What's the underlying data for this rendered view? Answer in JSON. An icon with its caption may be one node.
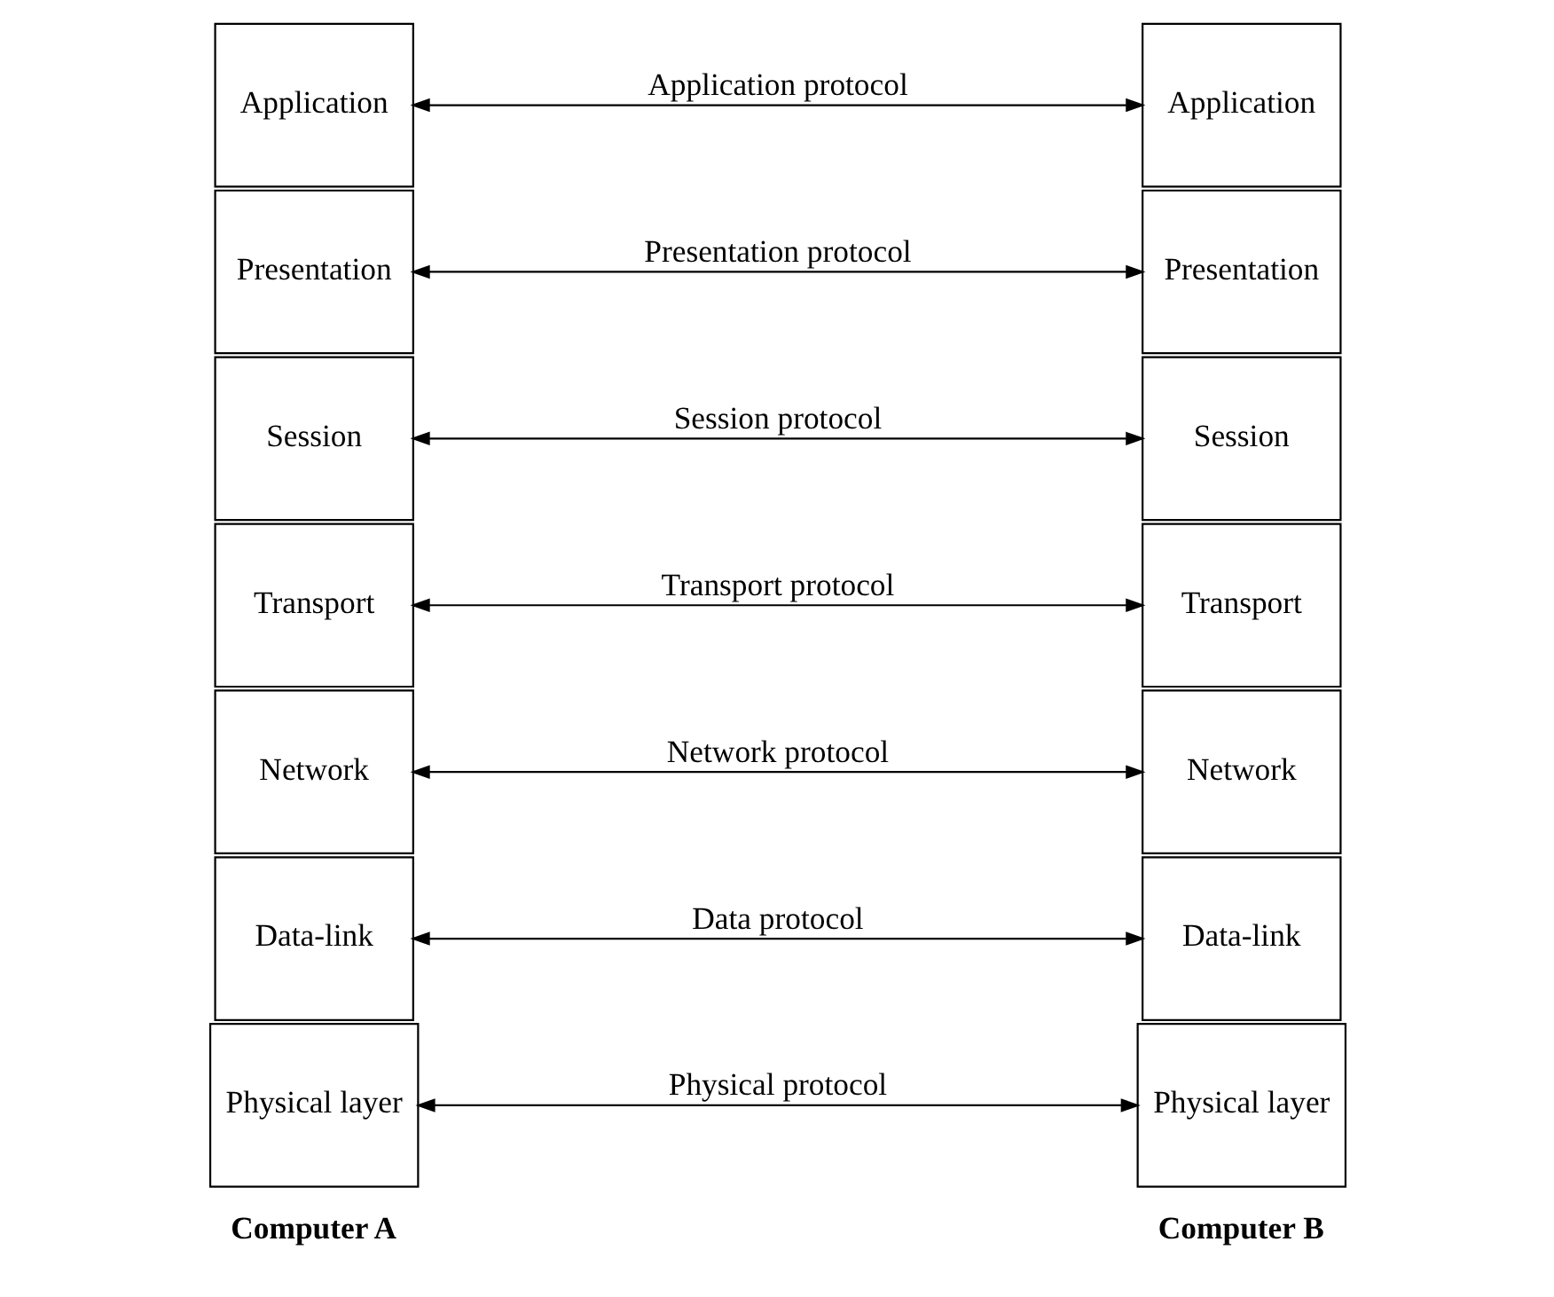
{
  "diagram": {
    "nodes": [
      {
        "text": [
          "Application"
        ]
      },
      {
        "text": [
          "Presentation"
        ]
      },
      {
        "text": [
          "Session"
        ]
      },
      {
        "text": [
          "Transport"
        ]
      },
      {
        "text": [
          "Network"
        ]
      },
      {
        "text": [
          "Data-link"
        ]
      },
      {
        "text": [
          "Physical layer"
        ]
      },
      {
        "text": [
          "Application"
        ]
      },
      {
        "text": [
          "Presentation"
        ]
      },
      {
        "text": [
          "Session"
        ]
      },
      {
        "text": [
          "Transport"
        ]
      },
      {
        "text": [
          "Network"
        ]
      },
      {
        "text": [
          "Data-link"
        ]
      },
      {
        "text": [
          "Physical layer"
        ]
      }
    ],
    "edges": [
      {
        "from": 0,
        "to": 7,
        "arrow": "both",
        "label": "Application protocol"
      },
      {
        "from": 1,
        "to": 8,
        "arrow": "both",
        "label": "Presentation protocol"
      },
      {
        "from": 2,
        "to": 9,
        "arrow": "both",
        "label": "Session protocol"
      },
      {
        "from": 3,
        "to": 10,
        "arrow": "both",
        "label": "Transport protocol"
      },
      {
        "from": 4,
        "to": 11,
        "arrow": "both",
        "label": "Network protocol"
      },
      {
        "from": 5,
        "to": 12,
        "arrow": "both",
        "label": "Data protocol"
      },
      {
        "from": 6,
        "to": 13,
        "arrow": "both",
        "label": "Physical protocol"
      }
    ],
    "labels": [
      "Computer A",
      "Computer B"
    ]
  }
}
